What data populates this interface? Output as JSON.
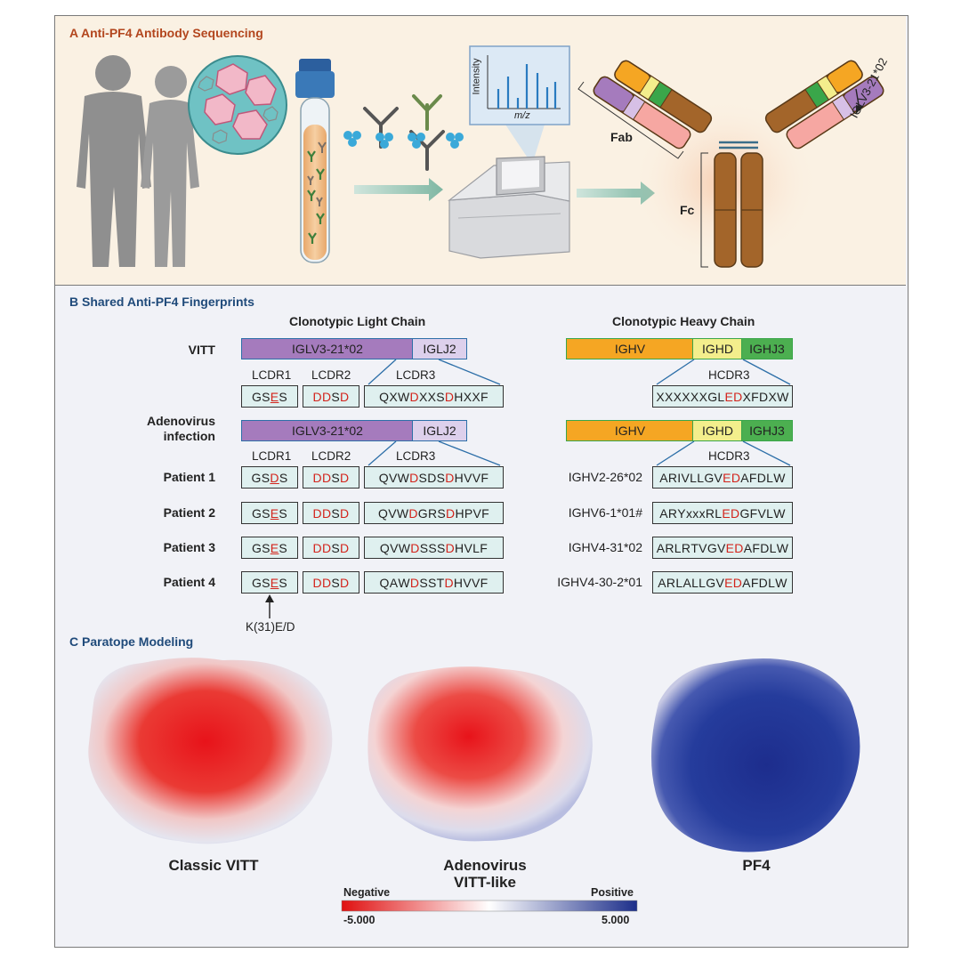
{
  "panel_a": {
    "title": "A   Anti-PF4 Antibody Sequencing",
    "chart_axis_y": "Intensity",
    "chart_axis_x": "m/z",
    "fab_label": "Fab",
    "fc_label": "Fc",
    "light_chain_label": "IGLV3-21*02"
  },
  "panel_b": {
    "title": "B   Shared Anti-PF4 Fingerprints",
    "light_header": "Clonotypic Light Chain",
    "heavy_header": "Clonotypic Heavy Chain",
    "vitt_label": "VITT",
    "adeno_label_1": "Adenovirus",
    "adeno_label_2": "infection",
    "light_v": "IGLV3-21*02",
    "light_j": "IGLJ2",
    "heavy_v": "IGHV",
    "heavy_d": "IGHD",
    "heavy_j": "IGHJ3",
    "lcdr1": "LCDR1",
    "lcdr2": "LCDR2",
    "lcdr3": "LCDR3",
    "hcdr3": "HCDR3",
    "vitt_lcdr1": "GSES",
    "vitt_lcdr2": "DDSD",
    "vitt_lcdr3": "QXWDXXSDHXXF",
    "vitt_hcdr3": "XXXXXXGLEDXFDXW",
    "patients": [
      {
        "label": "Patient 1",
        "lcdr1": "GSDS",
        "lcdr2": "DDSD",
        "lcdr3": "QVWDSDSDHVVF",
        "ighv": "IGHV2-26*02",
        "hcdr3": "ARIVLLGVEDAFDLW"
      },
      {
        "label": "Patient 2",
        "lcdr1": "GSES",
        "lcdr2": "DDSD",
        "lcdr3": "QVWDGRSDHPVF",
        "ighv": "IGHV6-1*01#",
        "hcdr3": "ARYxxxRLEDGFVLW"
      },
      {
        "label": "Patient 3",
        "lcdr1": "GSES",
        "lcdr2": "DDSD",
        "lcdr3": "QVWDSSSDHVLF",
        "ighv": "IGHV4-31*02",
        "hcdr3": "ARLRTVGVEDAFDLW"
      },
      {
        "label": "Patient 4",
        "lcdr1": "GSES",
        "lcdr2": "DDSD",
        "lcdr3": "QAWDSSTDHVVF",
        "ighv": "IGHV4-30-2*01",
        "hcdr3": "ARLALLGVEDAFDLW"
      }
    ],
    "mutation_note": "K(31)E/D"
  },
  "panel_c": {
    "title": "C   Paratope Modeling",
    "captions": [
      "Classic VITT",
      "Adenovirus",
      "VITT-like",
      "PF4"
    ],
    "scale_negative": "Negative",
    "scale_positive": "Positive",
    "scale_min": "-5.000",
    "scale_max": "5.000"
  },
  "colors": {
    "negative": "#d3241c",
    "positive": "#1f3c8f",
    "light_v": "#a57bbd",
    "heavy_v": "#f5a623",
    "heavy_d": "#f3ee8c",
    "heavy_j": "#3aa64a"
  }
}
